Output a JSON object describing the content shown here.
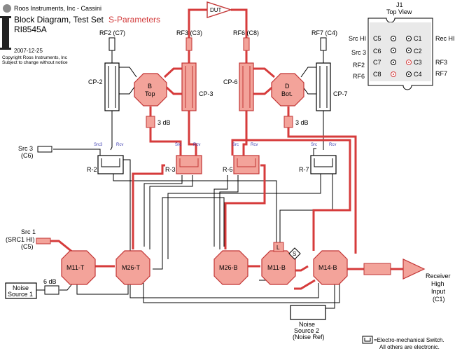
{
  "header": {
    "company": "Roos Instruments, Inc - Cassini",
    "title": "Block Diagram, Test Set",
    "title_accent": "S-Parameters",
    "model": "RI8545A",
    "date": "2007-12-25",
    "copyright": "Copyright Roos Instruments, Inc",
    "notice": "Subject to change without notice"
  },
  "top_view": {
    "title": "J1",
    "subtitle": "Top View",
    "left_labels": [
      "Src HI",
      "Src 3",
      "RF2",
      "RF6"
    ],
    "right_labels": [
      "Rec HI",
      "RF3",
      "RF7"
    ],
    "left_ports": [
      "C5",
      "C6",
      "C7",
      "C8"
    ],
    "right_ports": [
      "C1",
      "C2",
      "C3",
      "C4"
    ]
  },
  "ports": {
    "rf2": "RF2 (C7)",
    "rf3": "RF3 (C3)",
    "rf6": "RF6 (C8)",
    "rf7": "RF7 (C4)",
    "dut": "DUT",
    "src3_a": "Src 3",
    "src3_b": "(C6)",
    "src1_a": "Src 1",
    "src1_b": "(SRC1 HI)",
    "src1_c": "(C5)",
    "receiver_a": "Receiver",
    "receiver_b": "High",
    "receiver_c": "Input",
    "receiver_d": "(C1)"
  },
  "couplers": [
    "CP-2",
    "CP-3",
    "CP-6",
    "CP-7"
  ],
  "bridges": {
    "b_a": "B",
    "b_b": "Top",
    "d_a": "D",
    "d_b": "Bot."
  },
  "attenuators": {
    "left": "3 dB",
    "right": "3 dB",
    "noise": "6 dB"
  },
  "receivers": [
    "R-2",
    "R-3",
    "R-6",
    "R-7"
  ],
  "receiver_port_labels": {
    "src": "Src",
    "rcv": "Rcv",
    "src3": "Src3"
  },
  "switches": [
    "M11-T",
    "M26-T",
    "M26-B",
    "M11-B",
    "M14-B"
  ],
  "markers": {
    "l": "L",
    "s": "S"
  },
  "noise": {
    "ns1_a": "Noise",
    "ns1_b": "Source 1",
    "ns2_a": "Noise",
    "ns2_b": "Source 2",
    "ns2_c": "(Noise Ref)"
  },
  "legend": {
    "line1": "=Electro-mechanical Switch.",
    "line2": "All others are electronic."
  }
}
